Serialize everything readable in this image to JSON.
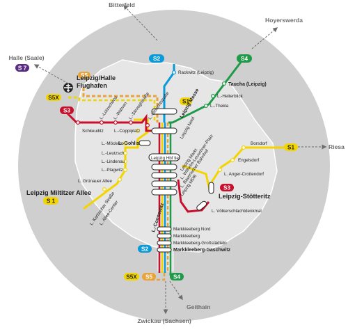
{
  "colors": {
    "S1": "#f2d500",
    "S2": "#0a9ad8",
    "S3": "#c8102e",
    "S4": "#1f9a48",
    "S5": "#e8a33a",
    "S5X": "#f2d500",
    "S7": "#5b2d82",
    "ring_outer": "#cfcfcf",
    "ring_inner": "#e6e6e6",
    "text_grey": "#6e6e6e"
  },
  "external": {
    "bitterfeld": "Bitterfeld",
    "hoyerswerda": "Hoyerswerda",
    "halle": "Halle (Saale)",
    "riesa": "Riesa",
    "geithain": "Geithain",
    "zwickau": "Zwickau (Sachsen)"
  },
  "badges": {
    "s7_halle": "S 7",
    "s2_top": "S2",
    "s4_top": "S4",
    "s5_airport": "S5",
    "s5x_airport": "S5X",
    "s3_west": "S3",
    "s1_center": "S1",
    "s1_east": "S1",
    "s3_east": "S3",
    "s1_west": "S 1",
    "s2_south": "S2",
    "s5x_south": "S5X",
    "s5_south": "S5",
    "s4_south": "S4"
  },
  "stations": {
    "rackwitz": "Rackwitz (Leipzig)",
    "taucha": "Taucha (Leipzig)",
    "heiterblick": "L.-Heiterblick",
    "thekla": "L.-Thekla",
    "airport_line1": "Leipzig/Halle",
    "airport_line2": "Flughafen",
    "schkeuditz": "Schkeuditz",
    "luetzschena": "L.-Lützschena",
    "wahren": "L.-Wahren",
    "slevogtstr": "L.-Slevogtstraße",
    "olbrichtstr": "L.-Olbrichtstraße",
    "messe": "Leipzig Messe",
    "nord": "Leipzig Nord",
    "coppiplatz": "L.-Coppiplatz",
    "gohlis": "L.-Gohlis",
    "hbf_tief": "Leipzig Hbf tief",
    "markt": "Leipzig Markt",
    "wilhelm_leuschner": "L. Wilhelm-Leuschner-Platz",
    "bayerischer_bf": "L. Bayerischer Bahnhof",
    "mdr": "Leipzig MDR",
    "moeckern": "L.-Möckern",
    "leutzsch": "L.-Leutzsch",
    "lindenau": "L.-Lindenau",
    "plagwitz": "L.-Plagwitz",
    "gruenauer_allee": "L. Grünauer Allee",
    "miltitzer_allee": "Leipzig Miltitzer Allee",
    "karlsruher_str": "L. Karlsruher Straße",
    "allee_center": "L. Allee-Center",
    "borsdorf": "Borsdorf",
    "engelsdorf": "Engelsdorf",
    "anger_crottendorf": "L. Anger-Crottendorf",
    "stoetteritz": "Leipzig-Stötteritz",
    "voelkerschlachtdenkmal": "L. Völkerschlachtdenkmal",
    "connewitz": "L.-Connewitz",
    "markkleeberg_nord": "Markkleeberg Nord",
    "markkleeberg": "Markkleeberg",
    "grossstaedteln": "Markkleeberg-Großstädteln",
    "gaschwitz": "Markkleeberg-Gaschwitz"
  },
  "icons": {
    "airport": "airplane-icon",
    "arrows": "arrow-icon"
  }
}
